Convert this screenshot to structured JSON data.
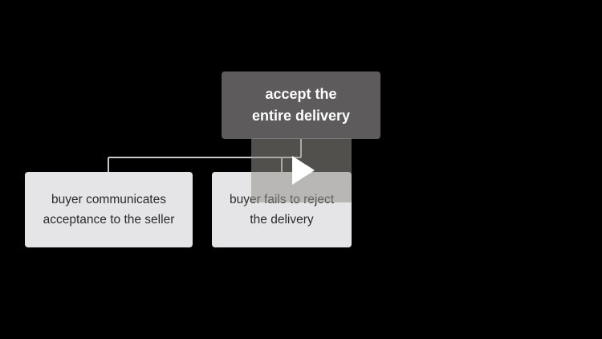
{
  "diagram": {
    "root": {
      "label": "accept the\nentire delivery"
    },
    "children": [
      {
        "label": "buyer communicates\nacceptance to the seller"
      },
      {
        "label": "buyer fails to reject\nthe delivery"
      }
    ]
  },
  "player": {
    "play_icon": "play-icon",
    "overlay_color": "#96928c"
  },
  "colors": {
    "background": "#000000",
    "root_fill": "#5d5b5b",
    "child_fill": "#e5e5e7",
    "connector": "#c8c8c8"
  }
}
